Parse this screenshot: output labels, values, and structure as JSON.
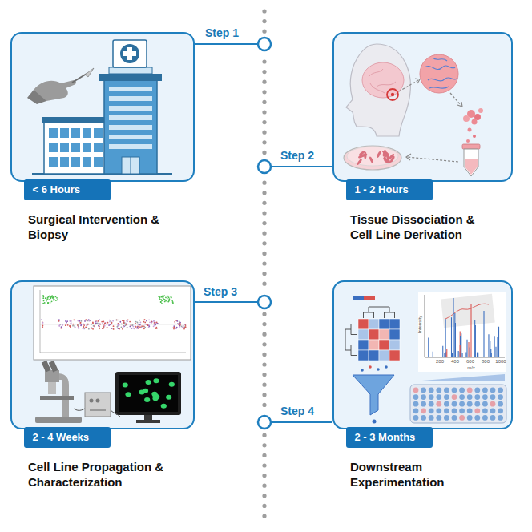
{
  "diagram": {
    "nodes": [
      {
        "text": [
          "Surgical Intervention & Biopsy"
        ]
      },
      {
        "text": [
          "< 6 Hours"
        ],
        "in": 0
      },
      {
        "text": [
          "Tissue Dissociation & Cell Line Derivation"
        ]
      },
      {
        "text": [
          "1 - 2 Hours"
        ],
        "in": 2
      },
      {
        "text": [
          "Cell Line Propagation & Characterization"
        ]
      },
      {
        "text": [
          "2 - 4 Weeks"
        ],
        "in": 4
      },
      {
        "text": [
          "Downstream Experimentation"
        ]
      },
      {
        "text": [
          "2 - 3 Months"
        ],
        "in": 6
      }
    ],
    "labels": [
      "Step 1",
      "Step 2",
      "Step 3",
      "Step 4",
      "Intensity",
      "200",
      "400",
      "600",
      "800",
      "1000",
      "m/z"
    ]
  }
}
